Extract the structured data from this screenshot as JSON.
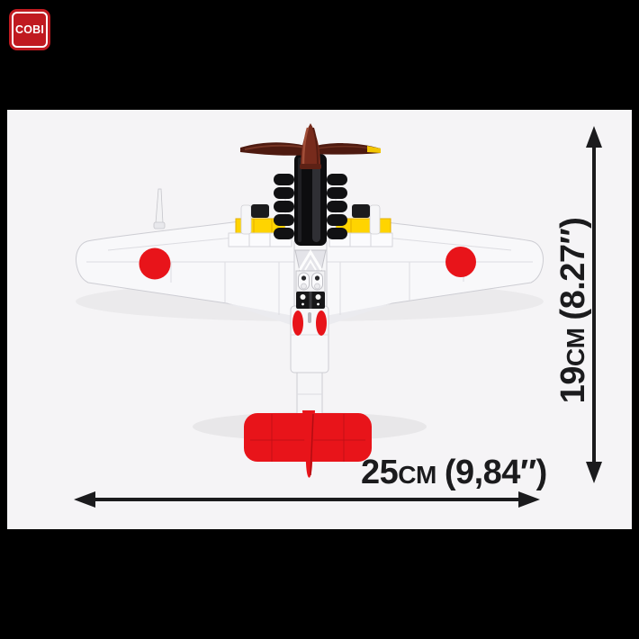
{
  "brand": {
    "logo_text": "COBI"
  },
  "dimension_labels": {
    "height": {
      "value": "19",
      "unit": "CM",
      "imperial": "(8.27″)"
    },
    "width": {
      "value": "25",
      "unit": "CM",
      "imperial": "(9,84″)"
    }
  },
  "icons": {
    "height_arrow": "double-headed-vertical-arrow",
    "width_arrow": "double-headed-horizontal-arrow"
  },
  "subject": {
    "type": "brick-model-airplane-top-view",
    "livery": {
      "body": "white",
      "roundels": "red",
      "tail": "red",
      "wing_root_stripes": "yellow",
      "engine_cowling": "black",
      "propeller": "dark-brown",
      "propeller_tip": "yellow"
    }
  },
  "colors": {
    "background": "#000000",
    "panel": "#f5f4f6",
    "red": "#e8141a",
    "yellow": "#ffd400",
    "black_parts": "#121214",
    "propeller": "#5a2015",
    "text": "#1b1b1d",
    "logo": "#c01a20"
  }
}
